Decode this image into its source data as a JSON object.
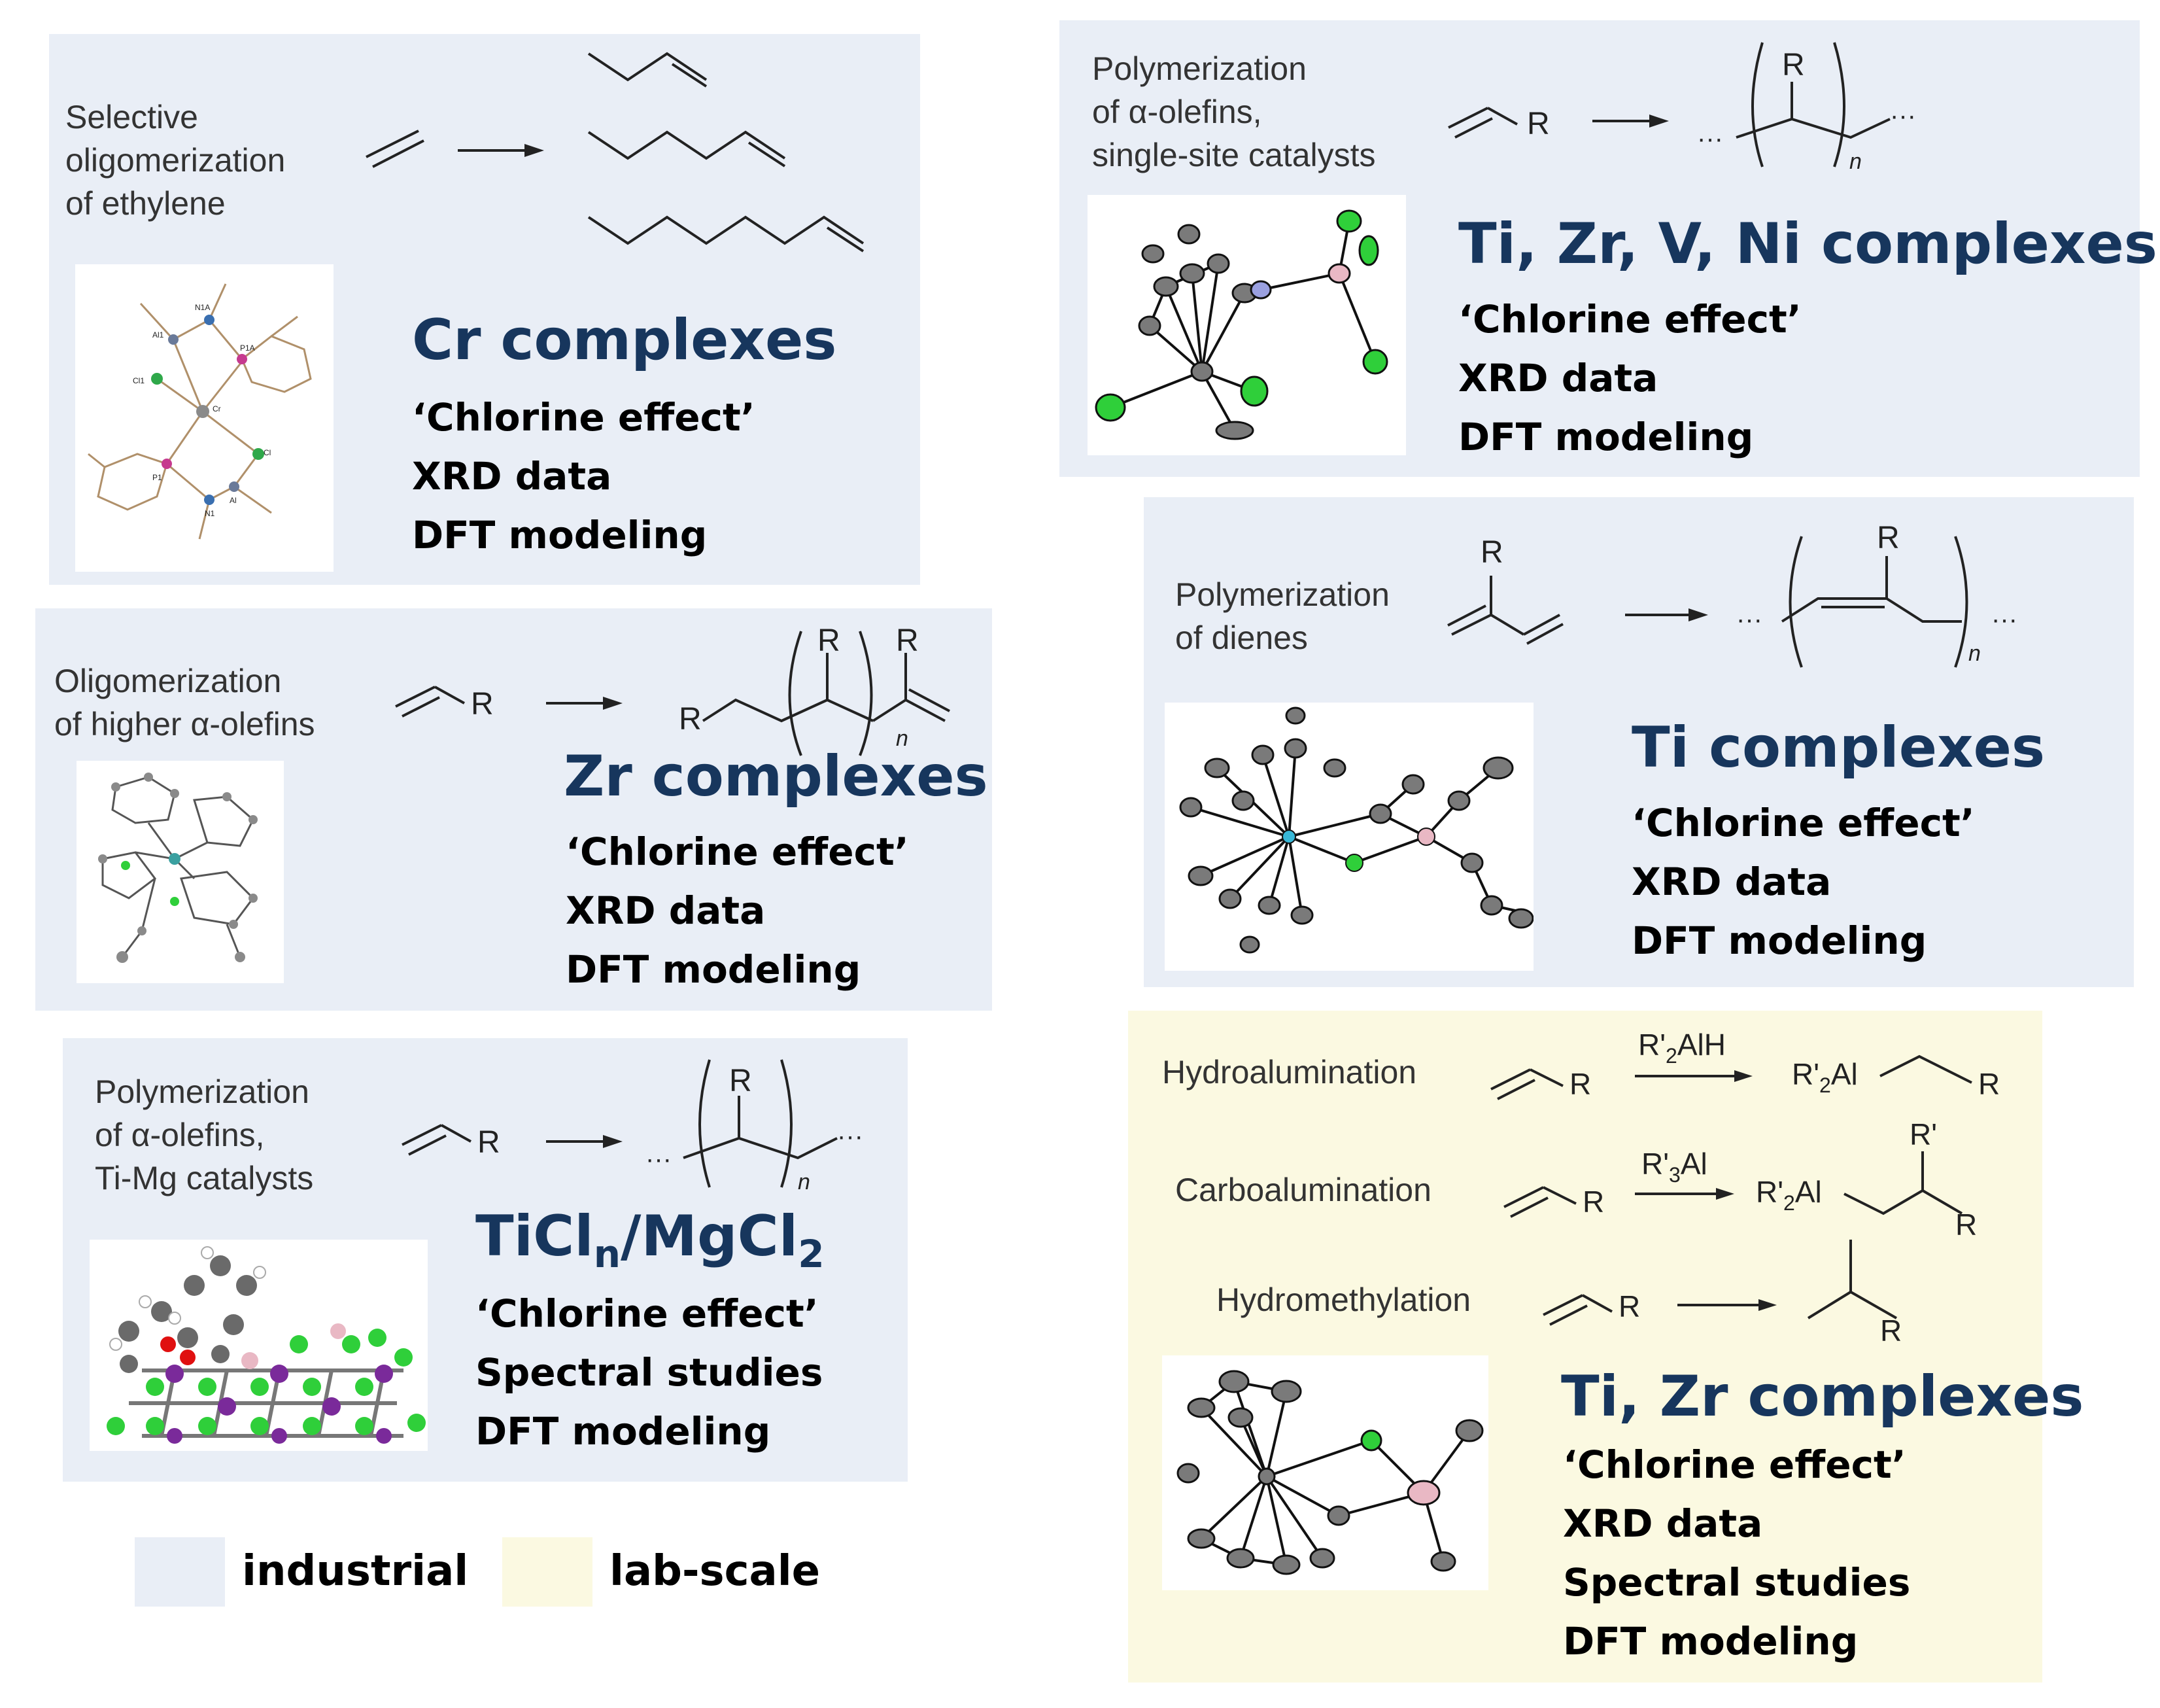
{
  "colors": {
    "industrial": "#e9eef6",
    "lab_scale": "#fbf9e1",
    "title": "#17365d"
  },
  "panel_cr": {
    "desc": [
      "Selective",
      "oligomerization",
      "of ethylene"
    ],
    "title": "Cr complexes",
    "facts": [
      "‘Chlorine effect’",
      "XRD data",
      "DFT modeling"
    ],
    "atom_labels": [
      "N1A",
      "Al1",
      "P1A",
      "Cl1",
      "Cr",
      "Cl",
      "P1",
      "N1",
      "Al"
    ]
  },
  "panel_zr": {
    "desc": [
      "Oligomerization",
      "of higher α-olefins"
    ],
    "title": "Zr complexes",
    "facts": [
      "‘Chlorine effect’",
      "XRD data",
      "DFT modeling"
    ],
    "r": "R",
    "n": "n"
  },
  "panel_timg": {
    "desc": [
      "Polymerization",
      "of α-olefins,",
      "Ti-Mg catalysts"
    ],
    "title_main": "TiCl",
    "title_sub1": "n",
    "title_mid": "/MgCl",
    "title_sub2": "2",
    "facts": [
      "‘Chlorine effect’",
      "Spectral studies",
      "DFT modeling"
    ],
    "r": "R",
    "n": "n",
    "dots": "···"
  },
  "panel_tizr": {
    "desc": [
      "Polymerization",
      "of α-olefins,",
      "single-site catalysts"
    ],
    "title": "Ti, Zr, V, Ni complexes",
    "facts": [
      "‘Chlorine effect’",
      "XRD data",
      "DFT modeling"
    ],
    "r": "R",
    "n": "n",
    "dots": "···"
  },
  "panel_ti": {
    "desc": [
      "Polymerization",
      "of dienes"
    ],
    "title": "Ti complexes",
    "facts": [
      "‘Chlorine effect’",
      "XRD data",
      "DFT modeling"
    ],
    "r": "R",
    "n": "n",
    "dots": "···"
  },
  "panel_lab": {
    "reactions": [
      {
        "label": "Hydroalumination",
        "reagent_pre": "R'",
        "reagent_sub": "2",
        "reagent_post": "AlH",
        "prod_pre": "R'",
        "prod_sub": "2",
        "prod_post": "Al",
        "r": "R"
      },
      {
        "label": "Carboalumination",
        "reagent_pre": "R'",
        "reagent_sub": "3",
        "reagent_post": "Al",
        "prod_pre": "R'",
        "prod_sub": "2",
        "prod_post": "Al",
        "r": "R",
        "r_prime": "R'"
      },
      {
        "label": "Hydromethylation",
        "r": "R"
      }
    ],
    "title": "Ti, Zr complexes",
    "facts": [
      "‘Chlorine effect’",
      "XRD data",
      "Spectral studies",
      "DFT modeling"
    ]
  },
  "legend": [
    {
      "label": "industrial",
      "color": "#e9eef6"
    },
    {
      "label": "lab-scale",
      "color": "#fbf9e1"
    }
  ]
}
